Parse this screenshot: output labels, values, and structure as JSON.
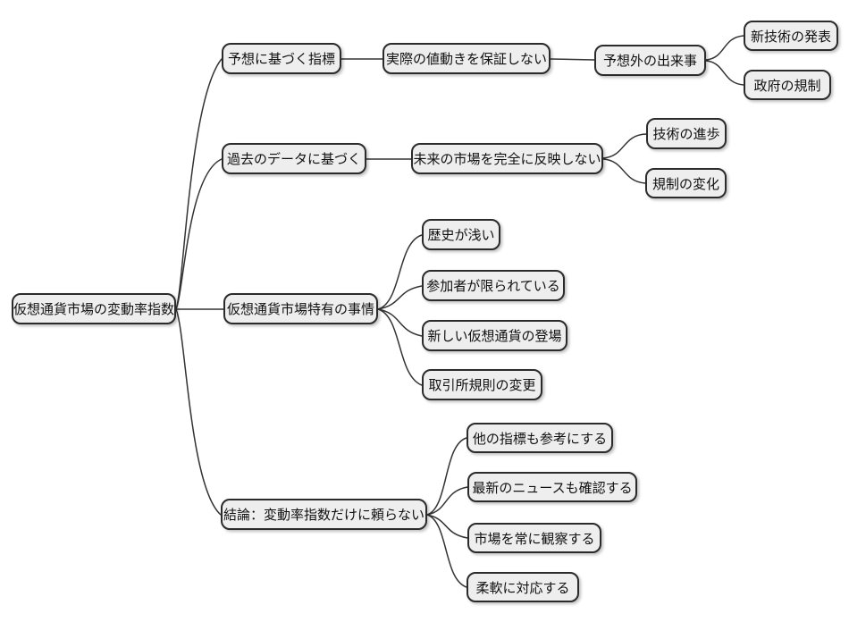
{
  "diagram": {
    "type": "mindmap",
    "background_color": "#ffffff",
    "node_fill_color": "#eeeeee",
    "node_border_color": "#2b2b2b",
    "connector_color": "#333333",
    "text_color": "#111111"
  },
  "mindmap": {
    "root": {
      "label": "仮想通貨市場の変動率指数",
      "children": [
        {
          "label": "予想に基づく指標",
          "children": [
            {
              "label": "実際の値動きを保証しない",
              "children": [
                {
                  "label": "予想外の出来事",
                  "children": [
                    {
                      "label": "新技術の発表"
                    },
                    {
                      "label": "政府の規制"
                    }
                  ]
                }
              ]
            }
          ]
        },
        {
          "label": "過去のデータに基づく",
          "children": [
            {
              "label": "未来の市場を完全に反映しない",
              "children": [
                {
                  "label": "技術の進歩"
                },
                {
                  "label": "規制の変化"
                }
              ]
            }
          ]
        },
        {
          "label": "仮想通貨市場特有の事情",
          "children": [
            {
              "label": "歴史が浅い"
            },
            {
              "label": "参加者が限られている"
            },
            {
              "label": "新しい仮想通貨の登場"
            },
            {
              "label": "取引所規則の変更"
            }
          ]
        },
        {
          "label": "結論：変動率指数だけに頼らない",
          "children": [
            {
              "label": "他の指標も参考にする"
            },
            {
              "label": "最新のニュースも確認する"
            },
            {
              "label": "市場を常に観察する"
            },
            {
              "label": "柔軟に対応する"
            }
          ]
        }
      ]
    }
  }
}
